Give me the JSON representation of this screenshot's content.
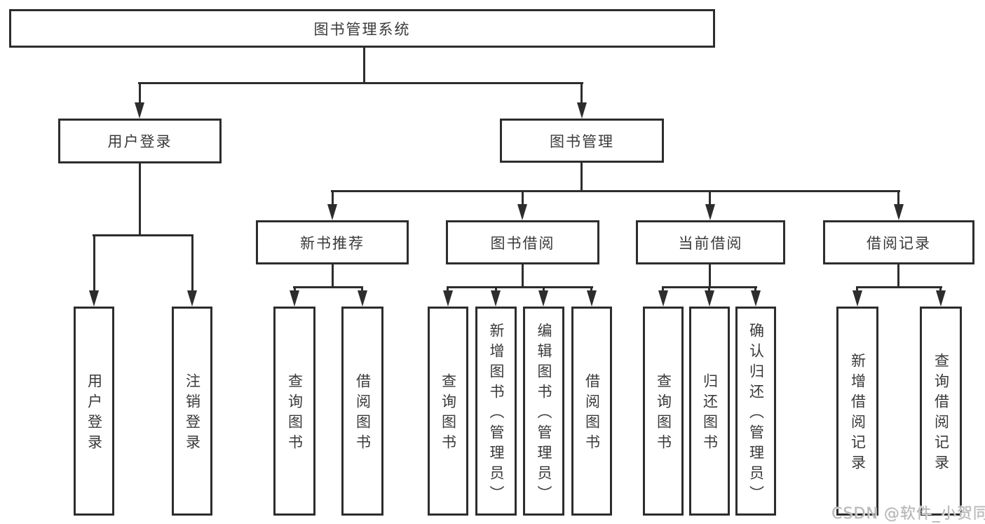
{
  "diagram": {
    "root": {
      "label": "图书管理系统"
    },
    "level2": [
      {
        "label": "用户登录"
      },
      {
        "label": "图书管理"
      }
    ],
    "level3": [
      {
        "label": "新书推荐"
      },
      {
        "label": "图书借阅"
      },
      {
        "label": "当前借阅"
      },
      {
        "label": "借阅记录"
      }
    ],
    "leaves": {
      "login": [
        {
          "label": "用户登录"
        },
        {
          "label": "注销登录"
        }
      ],
      "recommend": [
        {
          "label": "查询图书"
        },
        {
          "label": "借阅图书"
        }
      ],
      "borrow": [
        {
          "label": "查询图书"
        },
        {
          "label": "新增图书（管理员）"
        },
        {
          "label": "编辑图书（管理员）"
        },
        {
          "label": "借阅图书"
        }
      ],
      "current": [
        {
          "label": "查询图书"
        },
        {
          "label": "归还图书"
        },
        {
          "label": "确认归还（管理员）"
        }
      ],
      "records": [
        {
          "label": "新增借阅记录"
        },
        {
          "label": "查询借阅记录"
        }
      ]
    },
    "watermark": "CSDN @软件_小贺同学",
    "colors": {
      "line": "#2d2d2d",
      "text": "#3a3a3a",
      "watermark": "#b5b5b5",
      "background": "#ffffff"
    }
  }
}
